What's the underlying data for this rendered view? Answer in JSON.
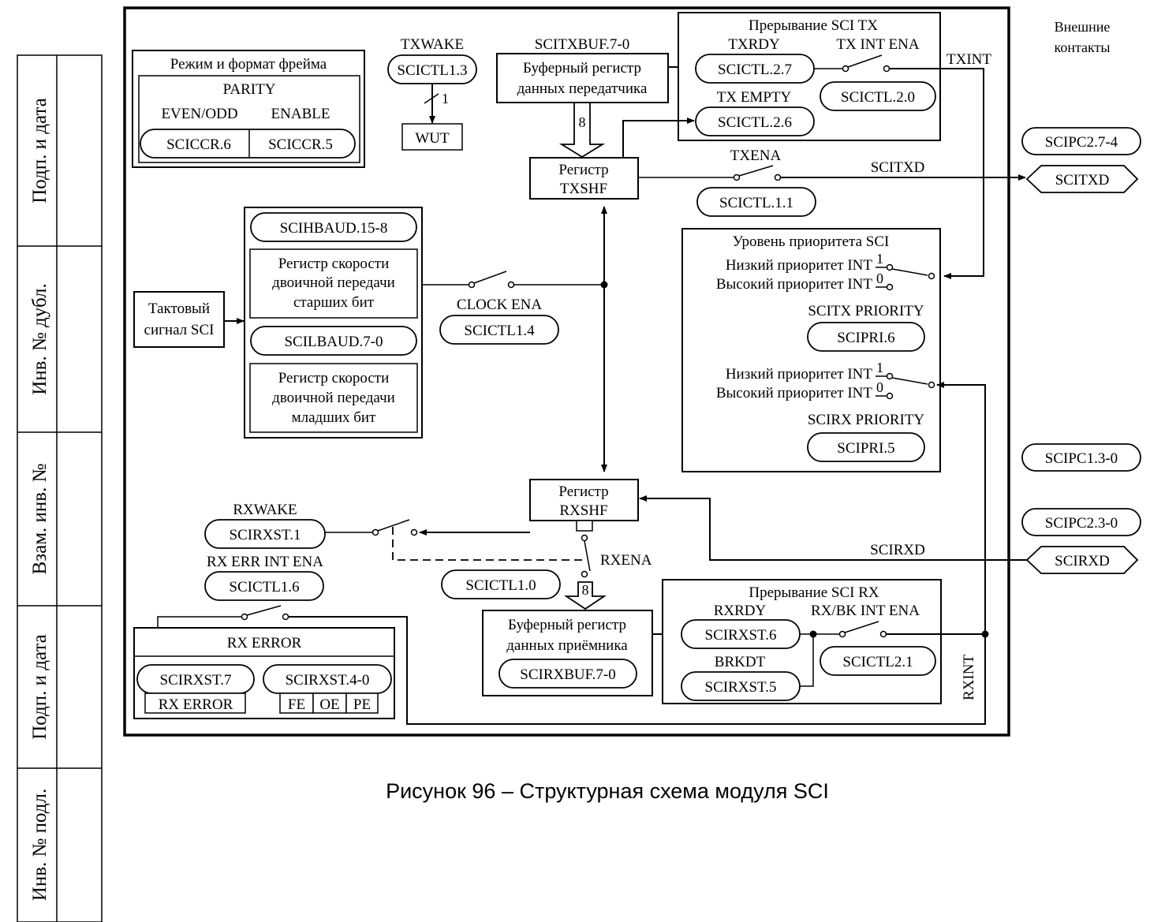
{
  "side_stamp": {
    "field1": "Подп. и дата",
    "field2": "Инв. № дубл.",
    "field3": "Взам. инв. №",
    "field4": "Подп. и дата",
    "field5": "Инв. № подл."
  },
  "external_pins": {
    "title_line1": "Внешние",
    "title_line2": "контакты",
    "scipc2_74": "SCIPC2.7-4",
    "scitxd_pin": "SCITXD",
    "scipc1_30": "SCIPC1.3-0",
    "scipc2_30": "SCIPC2.3-0",
    "scirxd_pin": "SCIRXD"
  },
  "frame_mode": {
    "title": "Режим и формат фрейма",
    "parity": "PARITY",
    "even_odd": "EVEN/ODD",
    "enable": "ENABLE",
    "reg6": "SCICCR.6",
    "reg5": "SCICCR.5"
  },
  "txwake": {
    "label": "TXWAKE",
    "reg": "SCICTL1.3",
    "bit": "1",
    "wut": "WUT"
  },
  "tx_buffer": {
    "name": "SCITXBUF.7-0",
    "line1": "Буферный регистр",
    "line2": "данных передатчика",
    "bus": "8"
  },
  "tx_interrupt": {
    "title": "Прерывание SCI TX",
    "txrdy": "TXRDY",
    "txrdy_reg": "SCICTL.2.7",
    "tx_int_ena": "TX INT ENA",
    "tx_int_ena_reg": "SCICTL.2.0",
    "tx_empty": "TX EMPTY",
    "tx_empty_reg": "SCICTL.2.6"
  },
  "txint_label": "TXINT",
  "txshf": {
    "line1": "Регистр",
    "line2": "TXSHF"
  },
  "txena": {
    "label": "TXENA",
    "reg": "SCICTL.1.1",
    "signal": "SCITXD"
  },
  "baud": {
    "hbaud": "SCIHBAUD.15-8",
    "high_line1": "Регистр скорости",
    "high_line2": "двоичной передачи",
    "high_line3": "старших бит",
    "lbaud": "SCILBAUD.7-0",
    "low_line1": "Регистр скорости",
    "low_line2": "двоичной передачи",
    "low_line3": "младших бит"
  },
  "clock": {
    "line1": "Тактовый",
    "line2": "сигнал SCI"
  },
  "clock_ena": {
    "label": "CLOCK ENA",
    "reg": "SCICTL1.4"
  },
  "priority": {
    "title": "Уровень приоритета SCI",
    "low_int": "Низкий приоритет INT",
    "high_int": "Высокий приоритет INT",
    "one": "1",
    "zero": "0",
    "tx_priority": "SCITX PRIORITY",
    "tx_reg": "SCIPRI.6",
    "rx_priority": "SCIRX PRIORITY",
    "rx_reg": "SCIPRI.5"
  },
  "rxshf": {
    "line1": "Регистр",
    "line2": "RXSHF"
  },
  "rxwake": {
    "label": "RXWAKE",
    "reg": "SCIRXST.1"
  },
  "scirxd_signal": "SCIRXD",
  "rxena": {
    "label": "RXENA",
    "reg": "SCICTL1.0",
    "bus": "8"
  },
  "rx_err_int": {
    "label": "RX ERR INT ENA",
    "reg": "SCICTL1.6"
  },
  "rx_error": {
    "title": "RX ERROR",
    "reg7": "SCIRXST.7",
    "reg7_sub": "RX ERROR",
    "reg40": "SCIRXST.4-0",
    "fe": "FE",
    "oe": "OE",
    "pe": "PE"
  },
  "rx_buffer": {
    "line1": "Буферный регистр",
    "line2": "данных приёмника",
    "reg": "SCIRXBUF.7-0"
  },
  "rx_interrupt": {
    "title": "Прерывание SCI RX",
    "rxrdy": "RXRDY",
    "rxrdy_reg": "SCIRXST.6",
    "rxbk": "RX/BK INT ENA",
    "rxbk_reg": "SCICTL2.1",
    "brkdt": "BRKDT",
    "brkdt_reg": "SCIRXST.5"
  },
  "rxint_label": "RXINT",
  "caption": "Рисунок 96 – Структурная схема модуля SCI"
}
